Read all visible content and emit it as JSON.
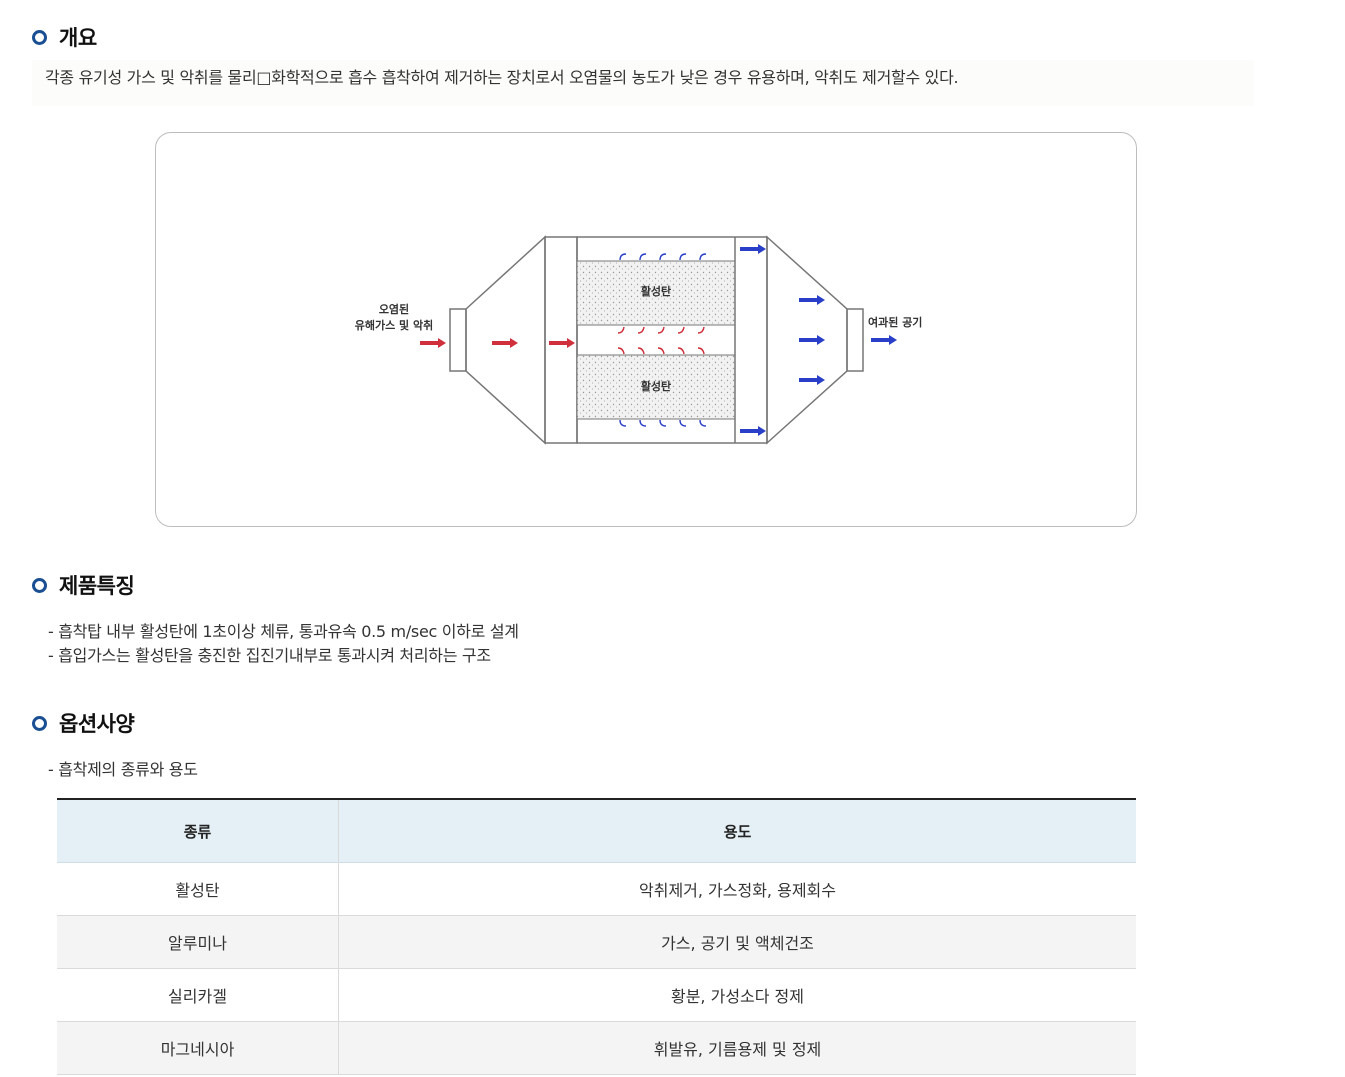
{
  "overview": {
    "title": "개요",
    "text": "각종 유기성 가스 및 악취를 물리□화학적으로 흡수 흡착하여 제거하는 장치로서 오염물의 농도가 낮은 경우 유용하며, 악취도 제거할수 있다."
  },
  "diagram": {
    "inlet_label_line1": "오염된",
    "inlet_label_line2": "유해가스 및 악취",
    "bed_top_label": "활성탄",
    "bed_bottom_label": "활성탄",
    "outlet_label": "여과된 공기"
  },
  "features": {
    "title": "제품특징",
    "items": [
      "- 흡착탑 내부 활성탄에 1초이상 체류, 통과유속 0.5 m/sec 이하로 설계",
      "- 흡입가스는 활성탄을 충진한 집진기내부로 통과시켜 처리하는 구조"
    ]
  },
  "options": {
    "title": "옵션사양",
    "subtitle": "- 흡착제의 종류와 용도",
    "table": {
      "headers": [
        "종류",
        "용도"
      ],
      "rows": [
        [
          "활성탄",
          "악취제거, 가스정화, 용제회수"
        ],
        [
          "알루미나",
          "가스, 공기 및 액체건조"
        ],
        [
          "실리카겔",
          "황분, 가성소다 정제"
        ],
        [
          "마그네시아",
          "휘발유, 기름용제 및 정제"
        ]
      ]
    }
  },
  "colors": {
    "accent": "#1b4f93",
    "header_bg": "#e4f0f6",
    "arrow_in": "#d0303c",
    "arrow_out": "#2a3fc8"
  }
}
